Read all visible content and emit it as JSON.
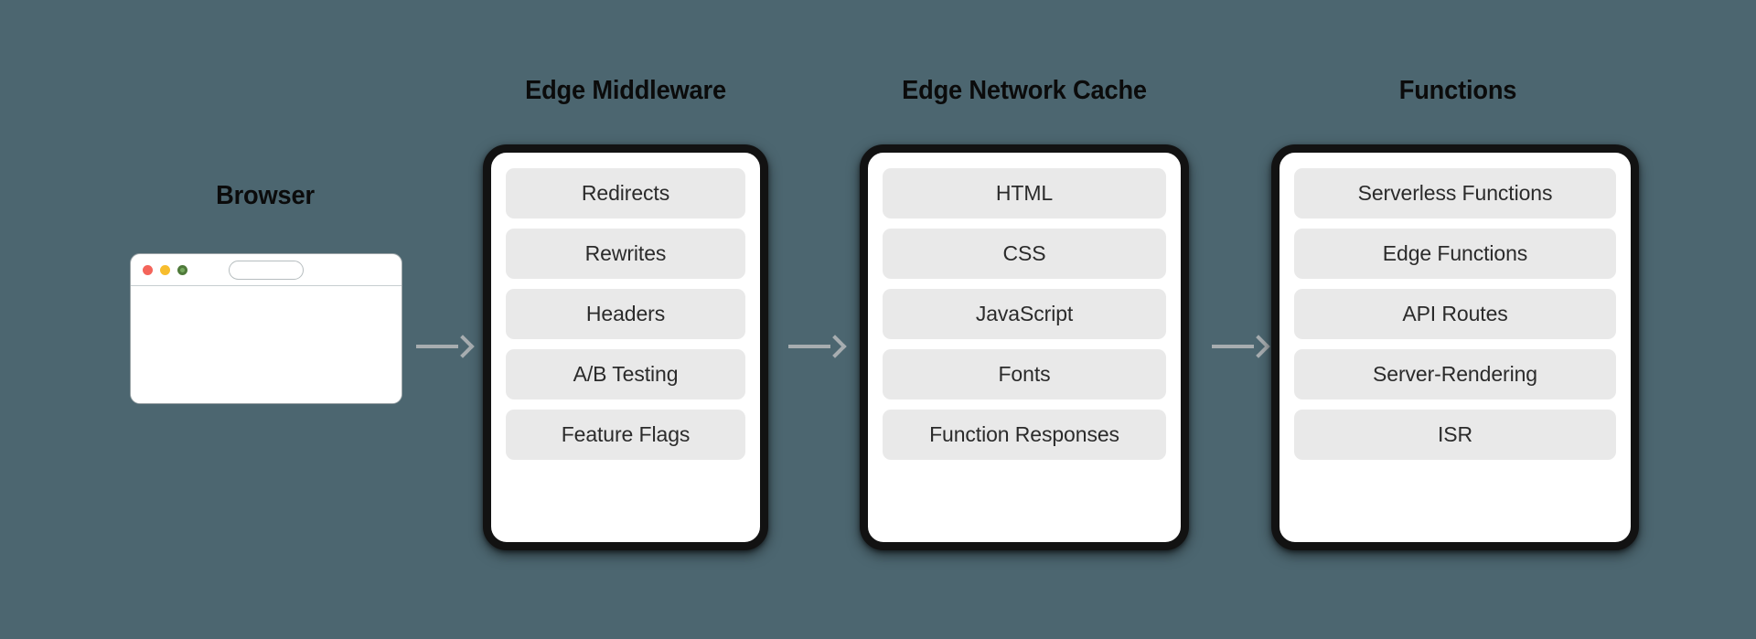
{
  "background_color": "#4c6670",
  "accent_colors": {
    "card_border": "#121212",
    "card_background": "#ffffff",
    "item_background": "#e9e9e9",
    "item_text": "#2b2b2b",
    "arrow": "#a7adb0",
    "title_text": "#0b0b0b",
    "traffic_red": "#f4645a",
    "traffic_yellow": "#f7bd2e",
    "traffic_green": "#4f7a3a"
  },
  "stages": [
    {
      "id": "browser",
      "title": "Browser",
      "type": "browser-window",
      "items": []
    },
    {
      "id": "edge-middleware",
      "title": "Edge Middleware",
      "type": "card",
      "items": [
        "Redirects",
        "Rewrites",
        "Headers",
        "A/B Testing",
        "Feature Flags"
      ]
    },
    {
      "id": "edge-network-cache",
      "title": "Edge Network Cache",
      "type": "card",
      "items": [
        "HTML",
        "CSS",
        "JavaScript",
        "Fonts",
        "Function Responses"
      ]
    },
    {
      "id": "functions",
      "title": "Functions",
      "type": "card",
      "items": [
        "Serverless Functions",
        "Edge Functions",
        "API Routes",
        "Server-Rendering",
        "ISR"
      ]
    }
  ],
  "arrows": [
    {
      "id": "arrow-browser-to-middleware",
      "from": "browser",
      "to": "edge-middleware"
    },
    {
      "id": "arrow-middleware-to-cache",
      "from": "edge-middleware",
      "to": "edge-network-cache"
    },
    {
      "id": "arrow-cache-to-functions",
      "from": "edge-network-cache",
      "to": "functions"
    }
  ]
}
